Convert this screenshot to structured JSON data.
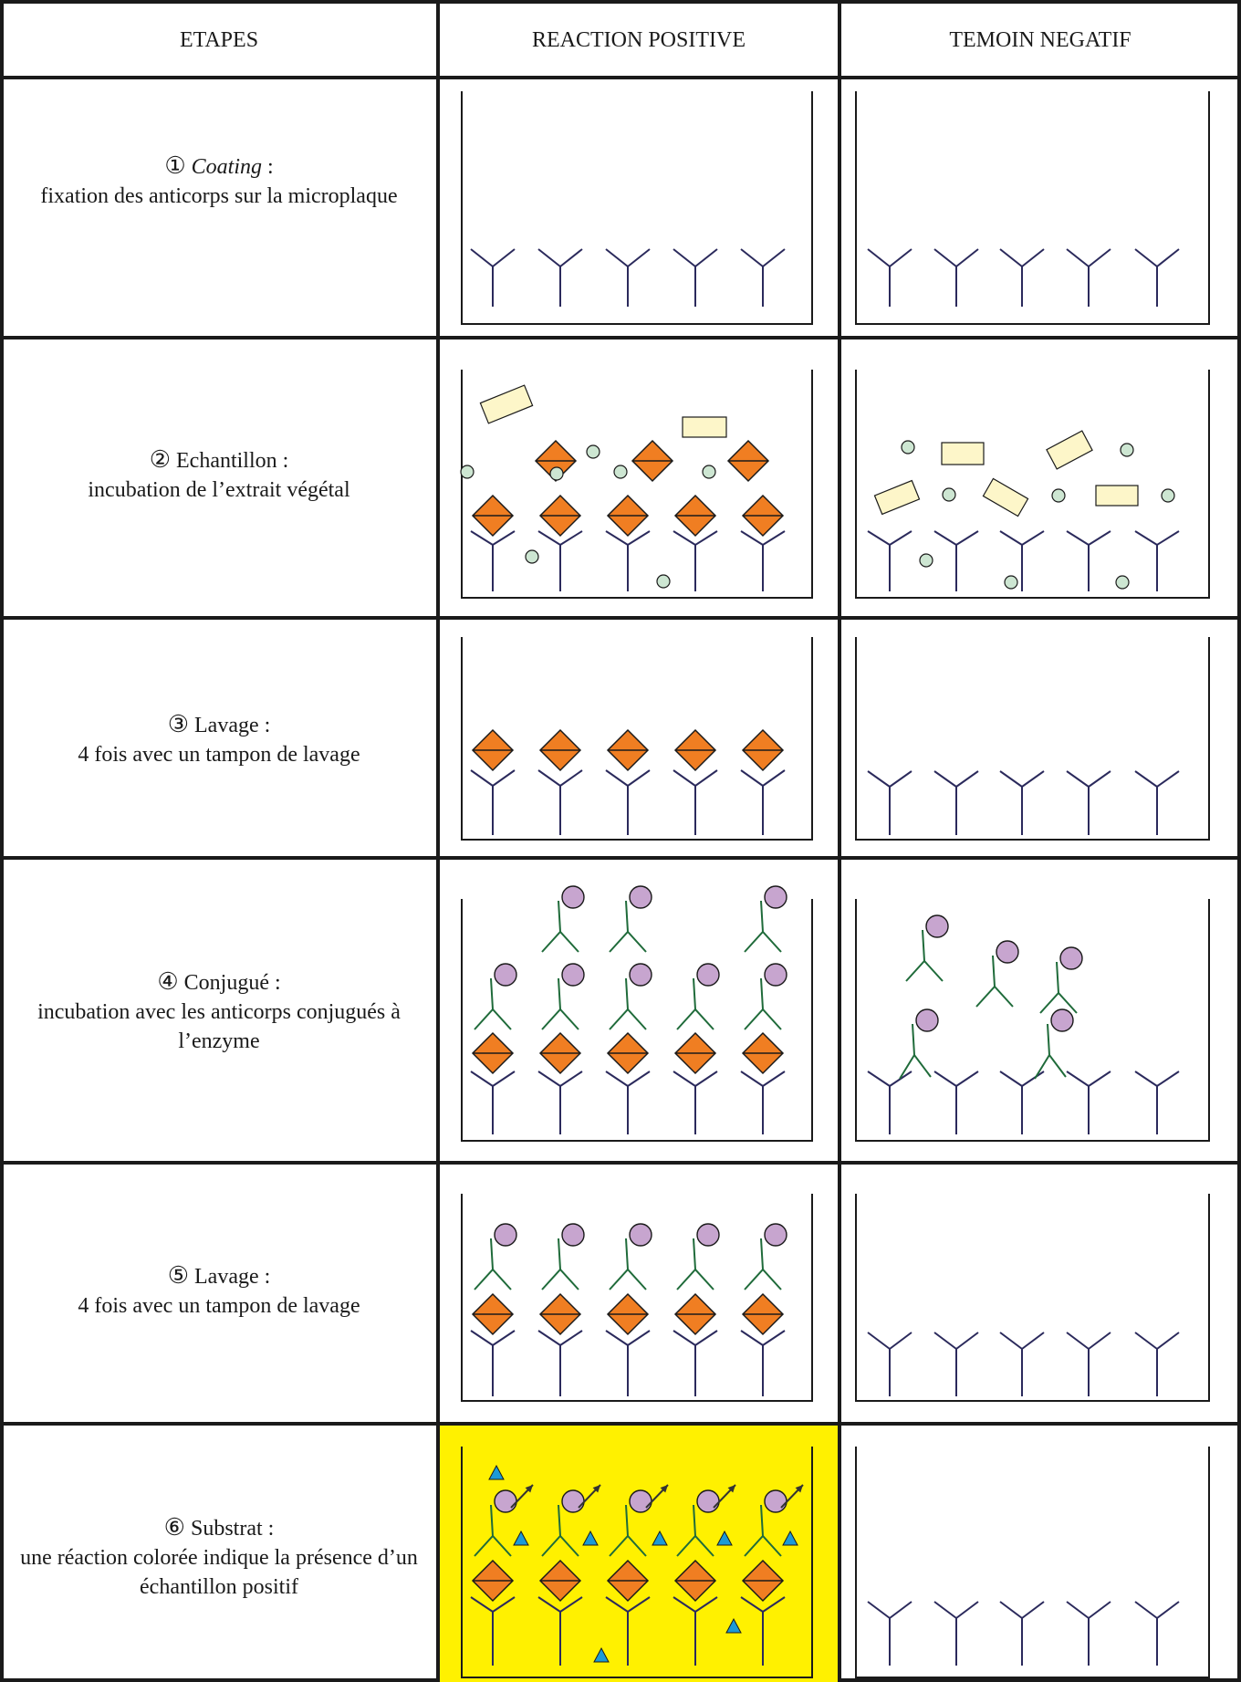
{
  "headers": {
    "steps": "ETAPES",
    "positive": "REACTION POSITIVE",
    "negative": "TEMOIN NEGATIF"
  },
  "steps": [
    {
      "number": "①",
      "title": "Coating",
      "title_italic": true,
      "colon": " :",
      "desc": "fixation des anticorps sur la microplaque"
    },
    {
      "number": "②",
      "title": "Echantillon",
      "title_italic": false,
      "colon": " :",
      "desc": "incubation de l’extrait végétal"
    },
    {
      "number": "③",
      "title": "Lavage",
      "title_italic": false,
      "colon": " :",
      "desc": "4 fois avec un tampon de lavage"
    },
    {
      "number": "④",
      "title": "Conjugué",
      "title_italic": false,
      "colon": " :",
      "desc": "incubation avec les anticorps conjugués à l’enzyme"
    },
    {
      "number": "⑤",
      "title": "Lavage",
      "title_italic": false,
      "colon": " :",
      "desc": "4 fois avec un tampon de lavage"
    },
    {
      "number": "⑥",
      "title": "Substrat",
      "title_italic": false,
      "colon": " :",
      "desc": "une réaction colorée indique la présence d’un échantillon positif"
    }
  ],
  "colors": {
    "antibody": "#2b2a5c",
    "conjugate_antibody": "#1f6b3a",
    "antigen": "#f07e22",
    "enzyme": "#c7a5cf",
    "particle_circle": "#cde6d2",
    "particle_rect": "#fdf6c9",
    "substrate_triangle": "#1c9ad6",
    "positive_highlight": "#fff100",
    "grid_line": "#1a1a1a"
  },
  "icons": [
    "capture-antibody-icon",
    "antigen-icon",
    "contaminant-circle-icon",
    "contaminant-rect-icon",
    "conjugate-antibody-icon",
    "enzyme-icon",
    "substrate-triangle-icon",
    "reaction-arrow-icon"
  ]
}
